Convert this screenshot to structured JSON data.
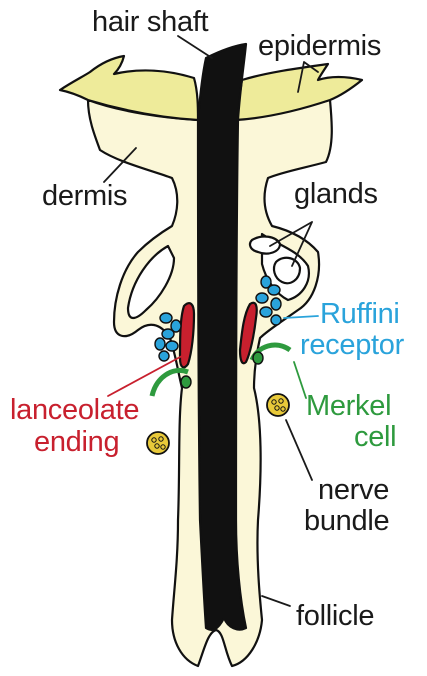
{
  "labels": {
    "hair_shaft": "hair shaft",
    "epidermis": "epidermis",
    "dermis": "dermis",
    "glands": "glands",
    "ruffini_1": "Ruffini",
    "ruffini_2": "receptor",
    "lanceolate_1": "lanceolate",
    "lanceolate_2": "ending",
    "merkel_1": "Merkel",
    "merkel_2": "cell",
    "nerve_1": "nerve",
    "nerve_2": "bundle",
    "follicle": "follicle"
  },
  "colors": {
    "tissue": "#fbf7d8",
    "epidermis": "#eeeb9a",
    "shaft": "#111111",
    "ruffini": "#2aa3db",
    "lanceolate": "#c8202e",
    "merkel": "#2e9a3e",
    "nerve_bundle": "#e8c93a"
  }
}
